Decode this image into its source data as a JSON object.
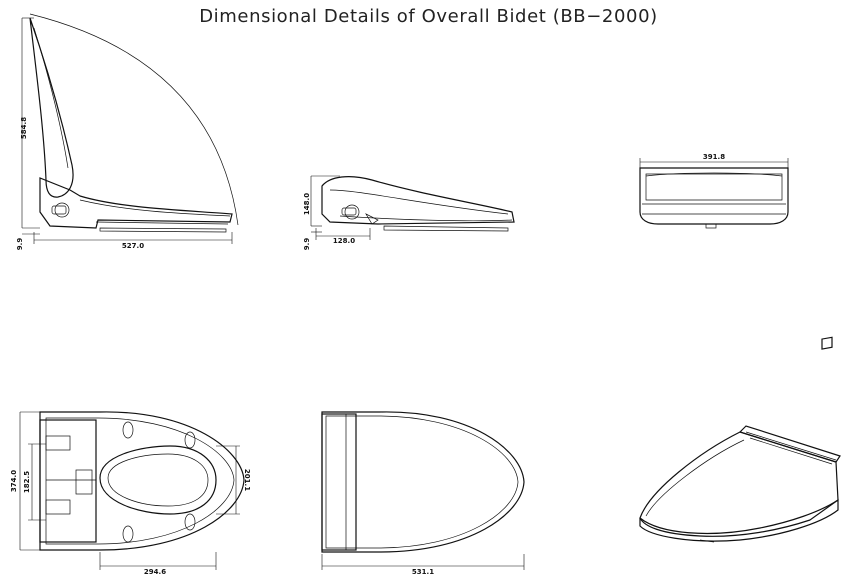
{
  "title": "Dimensional Details of Overall Bidet (BB−2000)",
  "dimensions": {
    "side_open_height": "584.8",
    "side_open_base": "9.9",
    "side_open_length": "527.0",
    "side_closed_height": "148.0",
    "side_closed_base": "9.9",
    "side_closed_rear": "128.0",
    "rear_width": "391.8",
    "top_width_total": "374.0",
    "top_width_inner": "182.5",
    "top_bowl_width": "201.1",
    "top_length": "294.6",
    "closed_top_length": "531.1"
  }
}
